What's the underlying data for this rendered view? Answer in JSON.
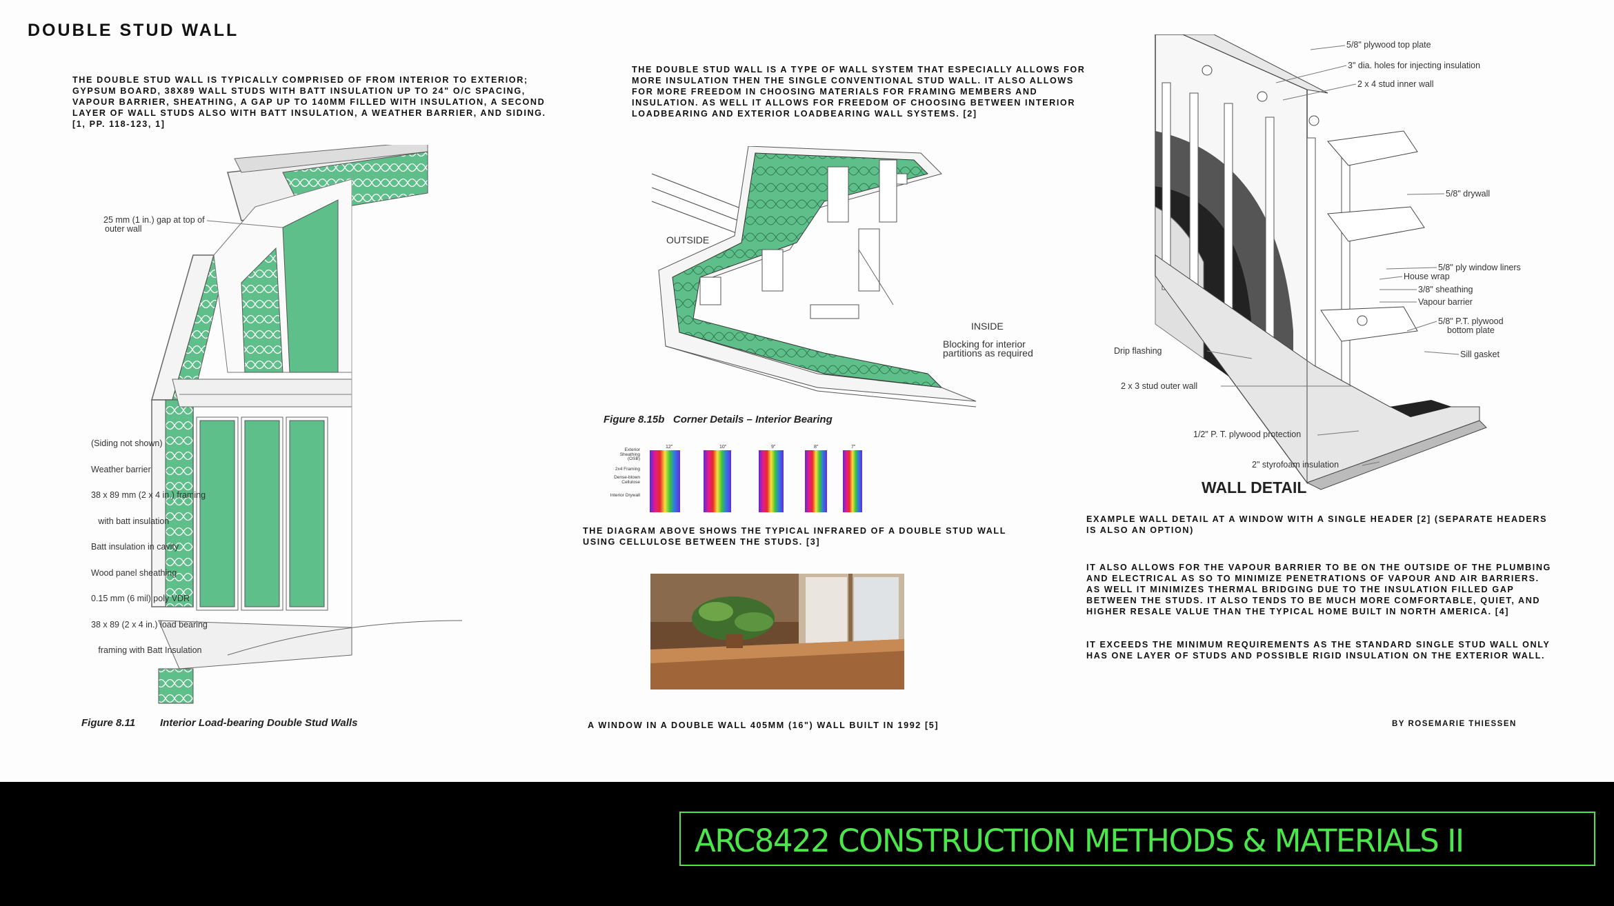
{
  "slide": {
    "title": "Double Stud Wall",
    "intro_left": "The double stud wall is typically comprised of from interior to exterior; gypsum board, 38x89 wall studs with batt insulation up to 24\" o/c spacing, vapour barrier, sheathing, a gap up to 140mm filled with insulation, a second layer of wall studs also with batt insulation, a weather barrier, and siding. [1, pp. 118-123, 1]",
    "intro_mid": "The double stud wall is a type of wall system that especially allows for more insulation then the single conventional stud wall. It also allows for more freedom in choosing materials for framing members and insulation. As well it allows for freedom of choosing between interior loadbearing and exterior loadbearing wall systems. [2]",
    "ir_caption": "The Diagram above shows the typical infrared of a double stud wall using cellulose between the studs. [3]",
    "photo_caption": "A window in a double wall 405mm (16\") wall built in 1992 [5]",
    "wall_detail_caption": "Example wall detail at a window with a single header [2] (Separate headers is also an option)",
    "para_vapour": "It also allows for the vapour barrier to be on the outside of the plumbing and electrical as so to minimize penetrations of vapour and Air Barriers. As well it minimizes thermal bridging due to the insulation filled gap between the studs. It also tends to be much more comfortable, quiet, and higher resale value than the typical home built in North America. [4]",
    "para_exceeds": "It exceeds the minimum requirements as the standard single stud wall only has one layer of studs and possible rigid insulation on the exterior wall.",
    "author": "By Rosemarie Thiessen"
  },
  "figure_811": {
    "number": "Figure 8.11",
    "title": "Interior Load-bearing Double Stud Walls",
    "gap_label_1": "25 mm (1 in.) gap at top of",
    "gap_label_2": "outer wall",
    "layers": [
      "(Siding not shown)",
      "Weather barrier",
      "38 x 89 mm (2 x 4 in.) framing",
      "   with batt insulation",
      "Batt insulation in cavity",
      "Wood panel sheathing",
      "0.15 mm (6 mil) poly VDR",
      "38 x 89 (2 x 4 in.) load bearing",
      "   framing with Batt Insulation"
    ]
  },
  "figure_815b": {
    "label": "Figure 8.15b   Corner Details – Interior Bearing",
    "outside": "OUTSIDE",
    "inside": "INSIDE",
    "blocking_1": "Blocking for interior",
    "blocking_2": "partitions as required"
  },
  "infrared": {
    "side_labels": [
      "Exterior Sheathing (OSB)",
      "2x4 Framing",
      "Dense-blown Cellulose",
      "Interior Drywall"
    ],
    "top_labels": [
      "12\"",
      "10\"",
      "9\"",
      "8\"",
      "7\""
    ]
  },
  "wall_detail": {
    "title": "WALL DETAIL",
    "labels": [
      "5/8\" plywood top plate",
      "3\" dia. holes for injecting insulation",
      "2 x 4 stud inner wall",
      "5/8\" drywall",
      "5/8\" ply window liners",
      "House wrap",
      "3/8\" sheathing",
      "Vapour barrier",
      "5/8\" P.T. plywood",
      "bottom plate",
      "Sill gasket",
      "Drip flashing",
      "2 x 3 stud outer wall",
      "1/2\" P. T. plywood protection",
      "2\" styrofoam insulation"
    ]
  },
  "footer": {
    "course": "ARC8422 CONSTRUCTION METHODS & MATERIALS II"
  },
  "colors": {
    "insulation_green": "#5fbf8a",
    "footer_green": "#4ce64c",
    "footer_bg": "#000000"
  }
}
